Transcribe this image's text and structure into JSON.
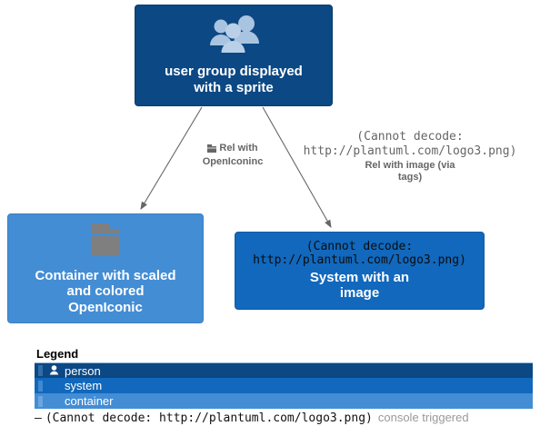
{
  "diagram": {
    "nodes": [
      {
        "id": "person",
        "sprite": "user-group-sprite",
        "title": "user group displayed\nwith a sprite",
        "color": "#0b4884"
      },
      {
        "id": "container",
        "sprite": "openiconic-folder-sprite",
        "title": "Container with scaled\nand colored\nOpenIconic",
        "color": "#438dd5"
      },
      {
        "id": "system",
        "image_error": "(Cannot decode:\nhttp://plantuml.com/logo3.png)",
        "title": "System with an\nimage",
        "color": "#1168bd"
      }
    ],
    "relations": [
      {
        "id": "rel-openiconinc",
        "icon": "openiconic-box-icon",
        "label": "Rel with\nOpenIconinc"
      },
      {
        "id": "rel-image-tags",
        "image_error": "(Cannot decode:\nhttp://plantuml.com/logo3.png)",
        "label": "Rel with image (via\ntags)"
      }
    ]
  },
  "legend": {
    "title": "Legend",
    "rows": [
      {
        "icon": "person-icon",
        "label": "person",
        "color": "#0b4884"
      },
      {
        "icon": "system-icon",
        "label": "system",
        "color": "#1168bd"
      },
      {
        "icon": "container-icon",
        "label": "container",
        "color": "#438dd5"
      }
    ],
    "note": {
      "dash": "—",
      "text": "(Cannot decode: http://plantuml.com/logo3.png)",
      "muted": "console triggered"
    }
  }
}
